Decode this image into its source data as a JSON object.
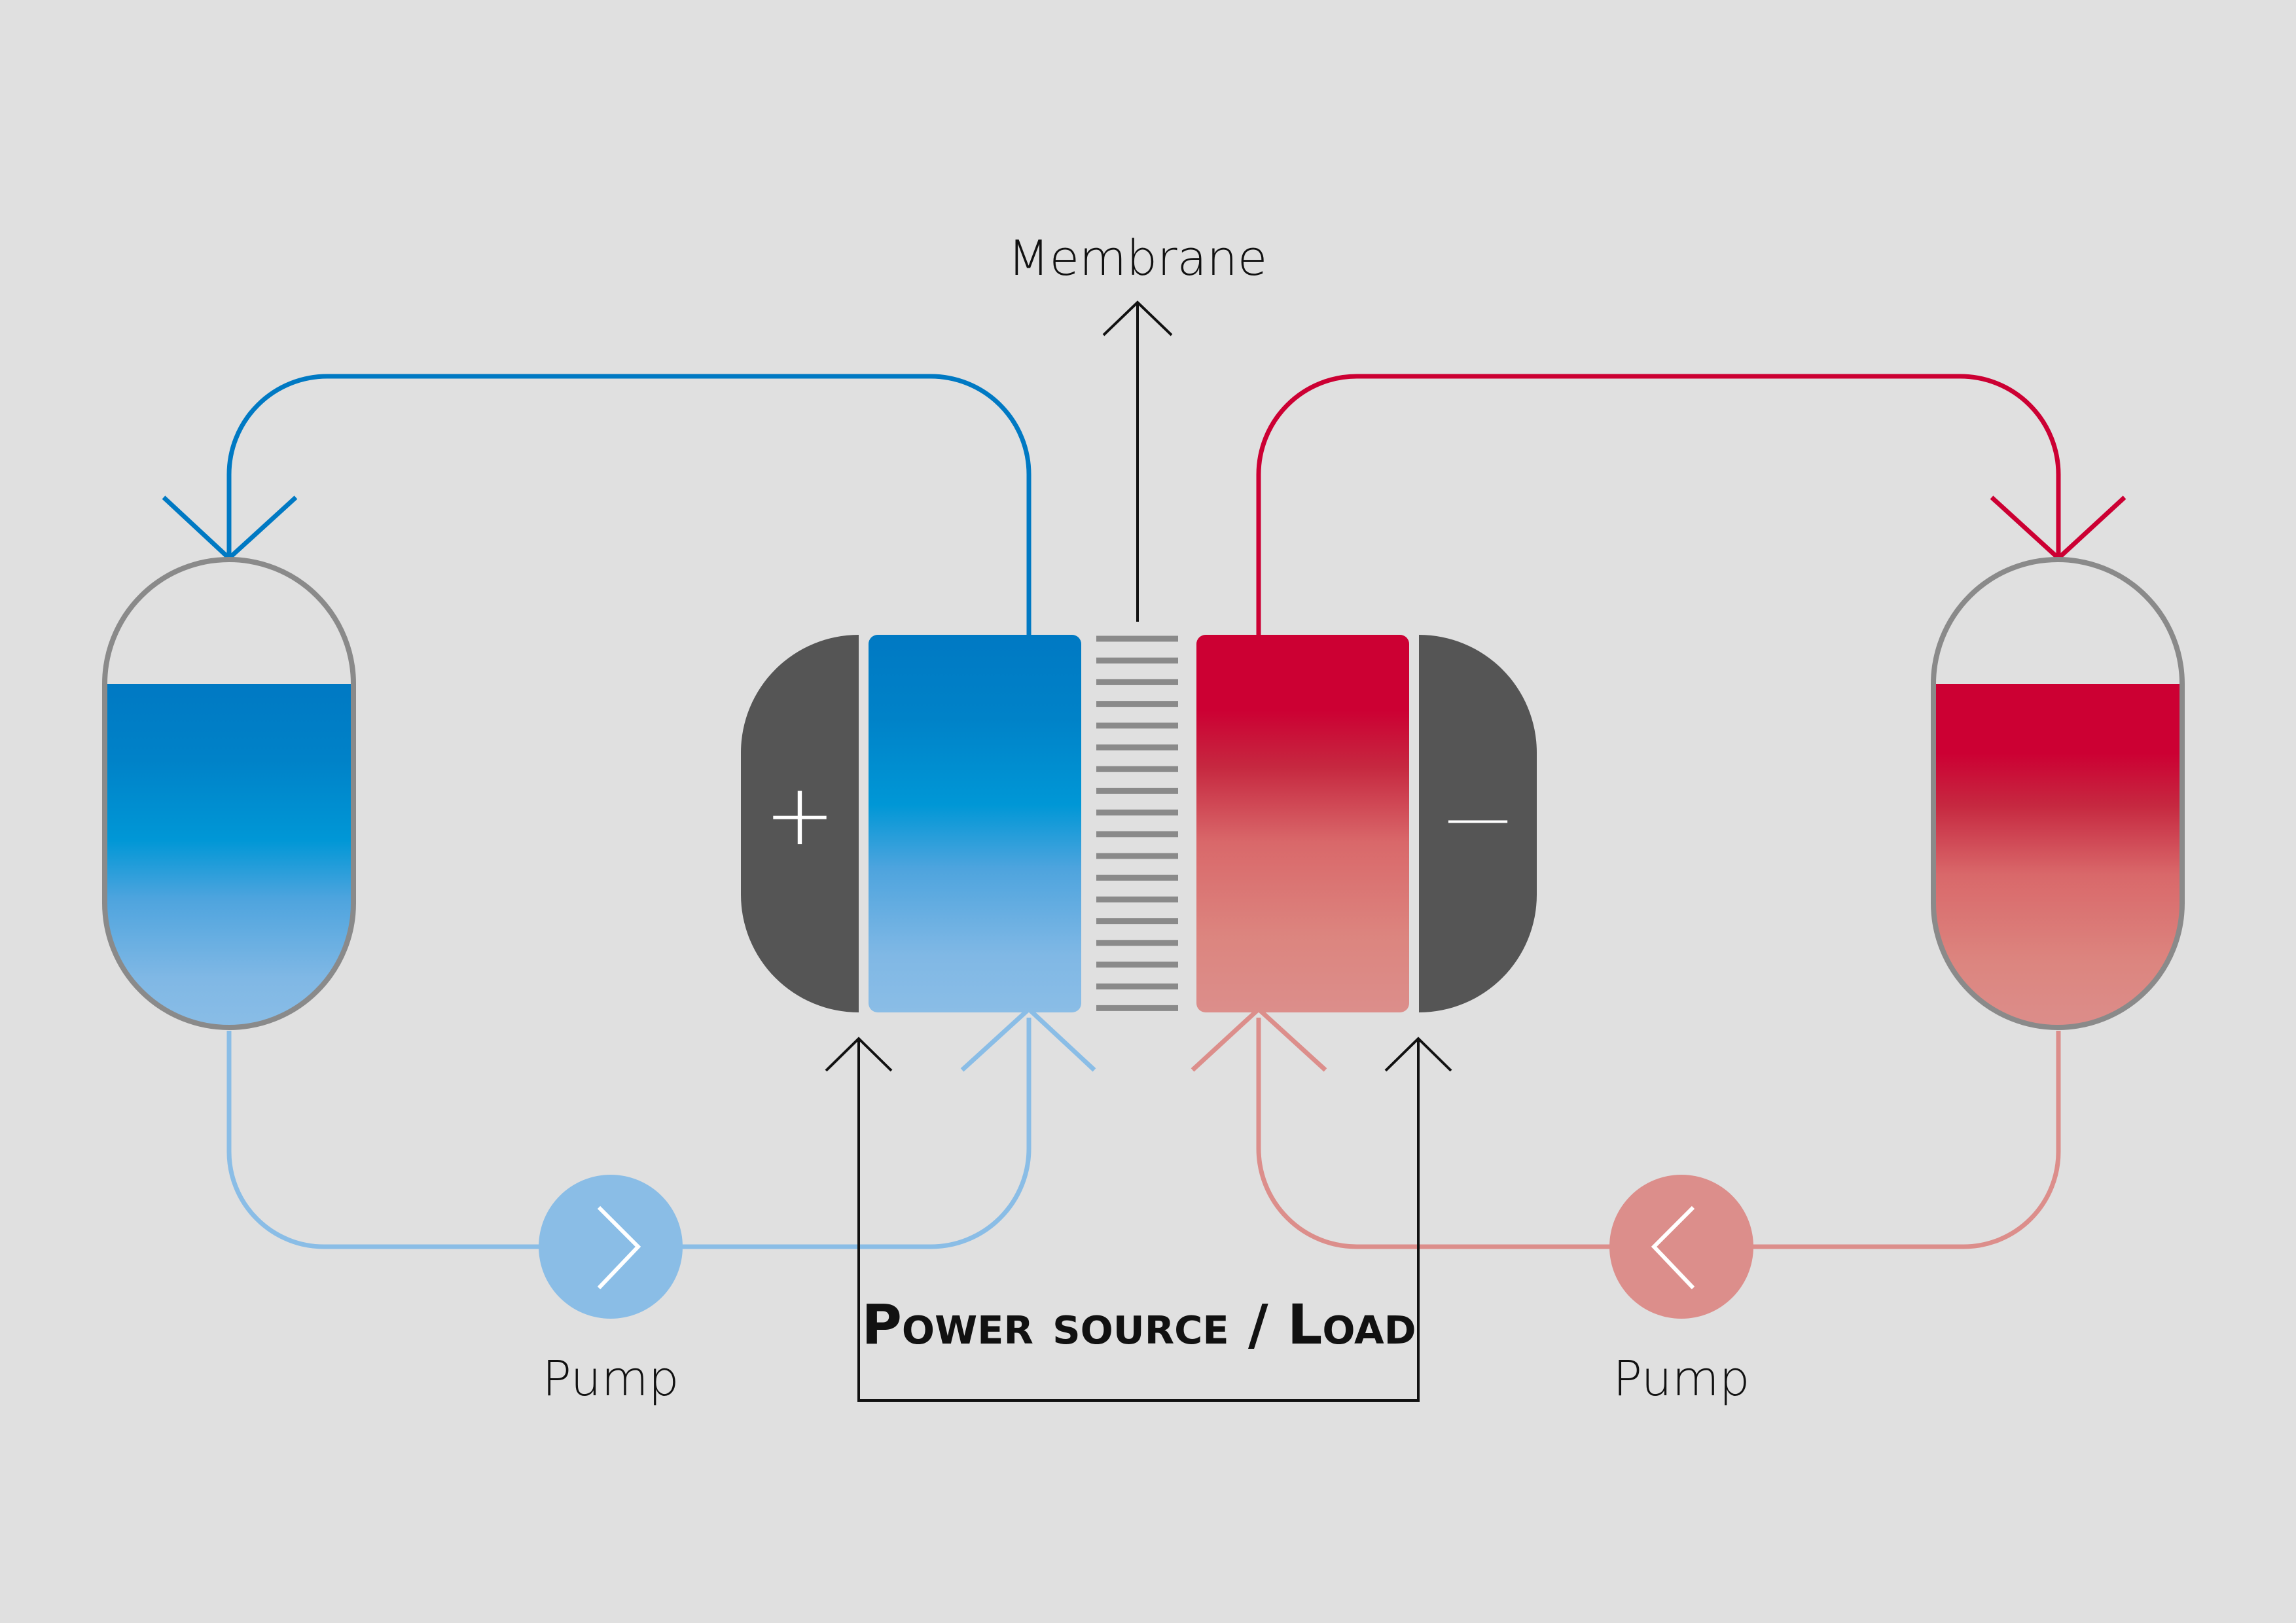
{
  "labels": {
    "membrane": "Membrane",
    "power": "Power source / Load",
    "pump_left": "Pump",
    "pump_right": "Pump",
    "plus": "+",
    "minus": "—"
  },
  "colors": {
    "background": "#e0e0e0",
    "blue_dark": "#0079c3",
    "blue_mid": "#0097d6",
    "blue_light": "#8abde6",
    "red_dark": "#cc0033",
    "red_mid": "#d9686a",
    "red_light": "#dc8e8b",
    "electrode": "#555555",
    "tank_outline": "#8a8a8a",
    "membrane_lines": "#8a8a8a"
  }
}
